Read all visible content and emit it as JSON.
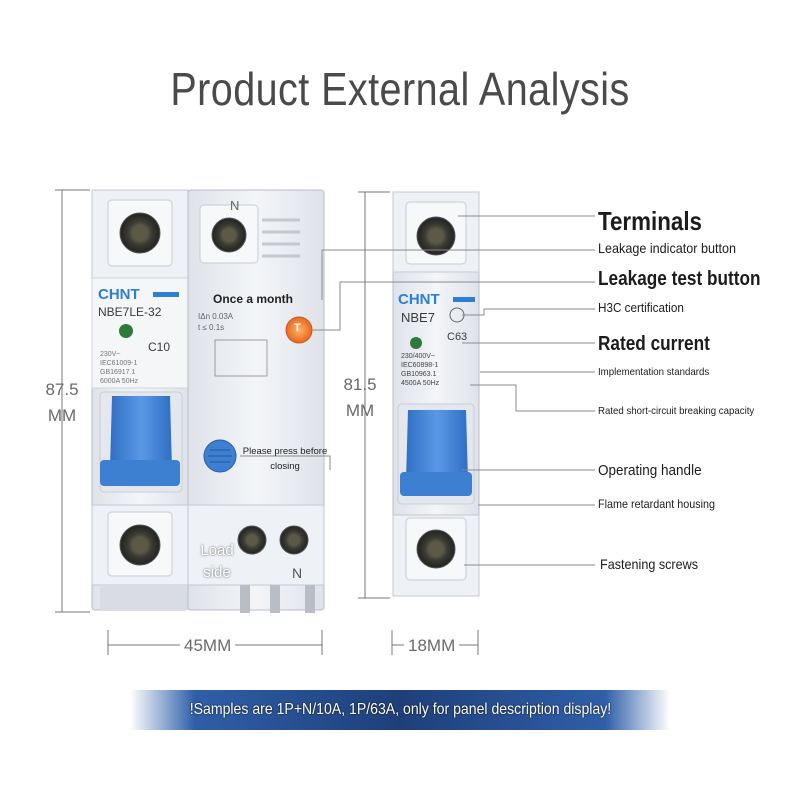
{
  "header": {
    "title": "Product External Analysis"
  },
  "dimensions": {
    "left_height_value": "87.5",
    "left_height_unit": "MM",
    "right_height_value": "81.5",
    "right_height_unit": "MM",
    "left_width": "45MM",
    "right_width": "18MM"
  },
  "left_device": {
    "brand": "CHNT",
    "model": "NBE7LE-32",
    "curve": "C10",
    "spec_lines": [
      "230V~",
      "IEC61009-1",
      "GB16917.1",
      "6000A 50Hz"
    ],
    "n_mark": "N",
    "once_a_month": "Once a month",
    "leak_spec_1": "IΔn  0.03A",
    "leak_spec_2": "t  ≤  0.1s",
    "test_button_letter": "T",
    "press_note": "Please press before closing",
    "load_side": "Load side",
    "bottom_n": "N"
  },
  "right_device": {
    "brand": "CHNT",
    "model": "NBE7",
    "curve": "C63",
    "spec_lines": [
      "230/400V~",
      "IEC60898-1",
      "GB10963.1",
      "4500A 50Hz"
    ]
  },
  "callouts": {
    "terminals": "Terminals",
    "leakage_indicator": "Leakage indicator button",
    "leakage_test": "Leakage test button",
    "h3c": "H3C certification",
    "rated_current": "Rated current",
    "implementation": "Implementation standards",
    "breaking_capacity": "Rated short-circuit breaking capacity",
    "operating_handle": "Operating handle",
    "flame_retardant": "Flame retardant housing",
    "fastening_screws": "Fastening screws"
  },
  "footer": {
    "banner_text": "!Samples are 1P+N/10A, 1P/63A, only for panel description display!"
  },
  "colors": {
    "accent_blue": "#3d7fd0",
    "test_orange": "#f07a2a",
    "brand_blue": "#2b7fd4",
    "indicator_green": "#2e7a3a"
  }
}
